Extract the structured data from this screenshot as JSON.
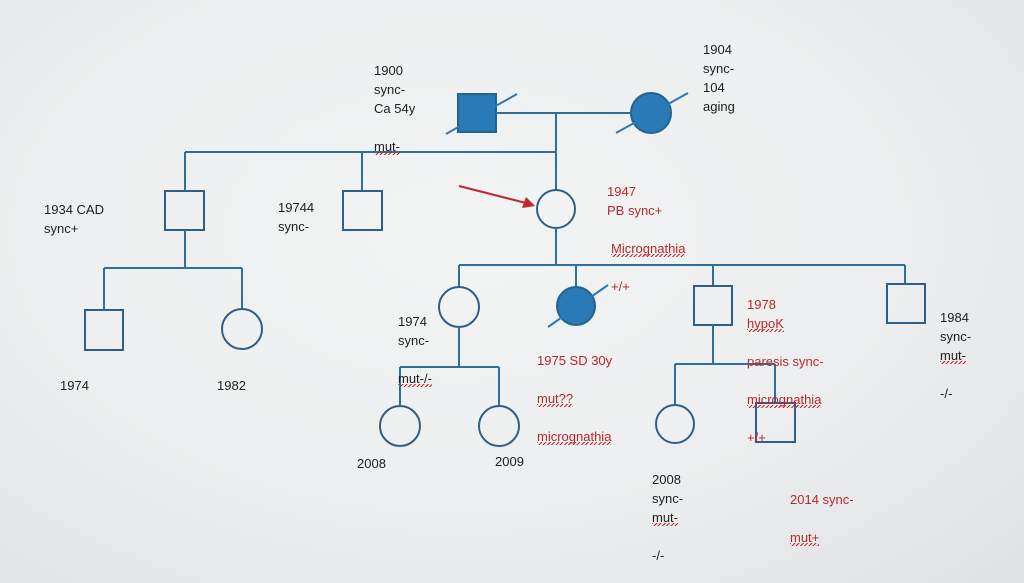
{
  "colors": {
    "line": "#2f6f9a",
    "affected_fill": "#2a7ab8",
    "proband_arrow": "#c0262a",
    "label_red": "#b8282a",
    "label_black": "#1e1e1e"
  },
  "labels": {
    "gp_male": "1900\nsync-\nCa 54y",
    "gp_male_mut": "mut-",
    "gp_female": "1904\nsync-\n104\naging",
    "proband": "1947\nPB sync+",
    "proband_micro": "Micrognathia",
    "proband_geno": "+/+",
    "uncle1": "1934 CAD\nsync+",
    "uncle2": "19744\nsync-",
    "cousin1": "1974",
    "cousin2": "1982",
    "child1": "1974\nsync-",
    "child1_mut": "mut-/-",
    "child2_line1": "1975 SD 30y",
    "child2_mut": "mut??",
    "child2_micro": "micrognathia",
    "child3_line1": "1978",
    "child3_hypok": "hypoK",
    "child3_line2": "paresis sync-",
    "child3_micro": "micrognathia",
    "child3_geno": "+/+",
    "child4": "1984\nsync-",
    "child4_mut": "mut-",
    "child4_geno": "-/-",
    "gc1": "2008",
    "gc2": "2009",
    "gc3": "2008\nsync-",
    "gc3_mut": "mut-",
    "gc3_geno": "-/-",
    "gc4": "2014 sync-",
    "gc4_mut": "mut+"
  }
}
